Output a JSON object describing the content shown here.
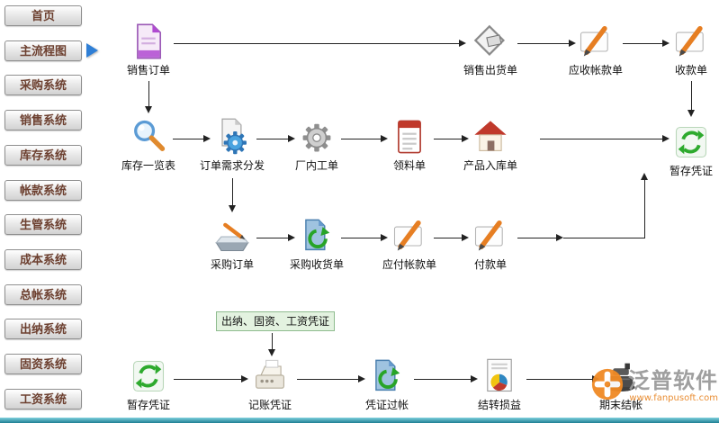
{
  "sidebar": {
    "items": [
      "首页",
      "主流程图",
      "采购系统",
      "销售系统",
      "库存系统",
      "帐款系统",
      "生管系统",
      "成本系统",
      "总帐系统",
      "出纳系统",
      "固资系统",
      "工资系统"
    ]
  },
  "flow": {
    "banner": "出纳、固资、工资凭证",
    "nodes": {
      "sales_order": {
        "label": "销售订单",
        "icon": "document-icon"
      },
      "sales_shipment": {
        "label": "销售出货单",
        "icon": "diamond-icon"
      },
      "receivable": {
        "label": "应收帐款单",
        "icon": "pen-icon"
      },
      "receipt": {
        "label": "收款单",
        "icon": "pen-icon"
      },
      "inventory_list": {
        "label": "库存一览表",
        "icon": "magnifier-icon"
      },
      "order_demand": {
        "label": "订单需求分发",
        "icon": "gear-doc-icon"
      },
      "factory_workorder": {
        "label": "厂内工单",
        "icon": "gear-icon"
      },
      "material_request": {
        "label": "领料单",
        "icon": "notepad-icon"
      },
      "product_inbound": {
        "label": "产品入库单",
        "icon": "house-icon"
      },
      "temp_voucher_right": {
        "label": "暂存凭证",
        "icon": "recycle-icon"
      },
      "purchase_order": {
        "label": "采购订单",
        "icon": "scanner-icon"
      },
      "purchase_receipt": {
        "label": "采购收货单",
        "icon": "folder-sync-icon"
      },
      "payable": {
        "label": "应付帐款单",
        "icon": "pen-icon"
      },
      "payment": {
        "label": "付款单",
        "icon": "pen-icon"
      },
      "temp_voucher_bottom": {
        "label": "暂存凭证",
        "icon": "recycle-icon"
      },
      "bookkeeping": {
        "label": "记账凭证",
        "icon": "register-icon"
      },
      "voucher_posting": {
        "label": "凭证过帐",
        "icon": "folder-sync-icon"
      },
      "profit_transfer": {
        "label": "结转损益",
        "icon": "pie-doc-icon"
      },
      "period_close": {
        "label": "期末结帐",
        "icon": "dark-machine-icon"
      }
    }
  },
  "watermark": {
    "brand": "泛普软件",
    "url": "www.fanpusoft.com"
  }
}
